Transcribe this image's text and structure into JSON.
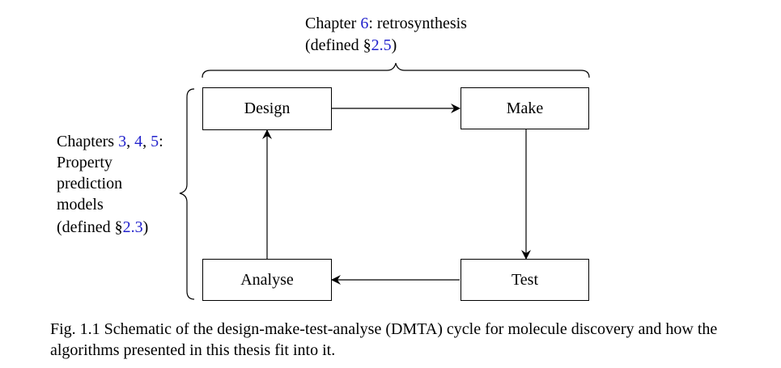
{
  "top_label": {
    "prefix": "Chapter ",
    "chapter_ref": "6",
    "suffix": ": retrosynthesis",
    "defined_prefix": "(defined §",
    "section_ref": "2.5",
    "defined_suffix": ")"
  },
  "left_label": {
    "prefix": "Chapters ",
    "ref1": "3",
    "sep1": ", ",
    "ref2": "4",
    "sep2": ", ",
    "ref3": "5",
    "colon": ":",
    "line2": "Property",
    "line3": "prediction",
    "line4": "models",
    "defined_prefix": "(defined §",
    "section_ref": "2.3",
    "defined_suffix": ")"
  },
  "nodes": {
    "design": "Design",
    "make": "Make",
    "test": "Test",
    "analyse": "Analyse"
  },
  "caption": "Fig. 1.1 Schematic of the design-make-test-analyse (DMTA) cycle for molecule discovery and how the algorithms presented in this thesis fit into it."
}
